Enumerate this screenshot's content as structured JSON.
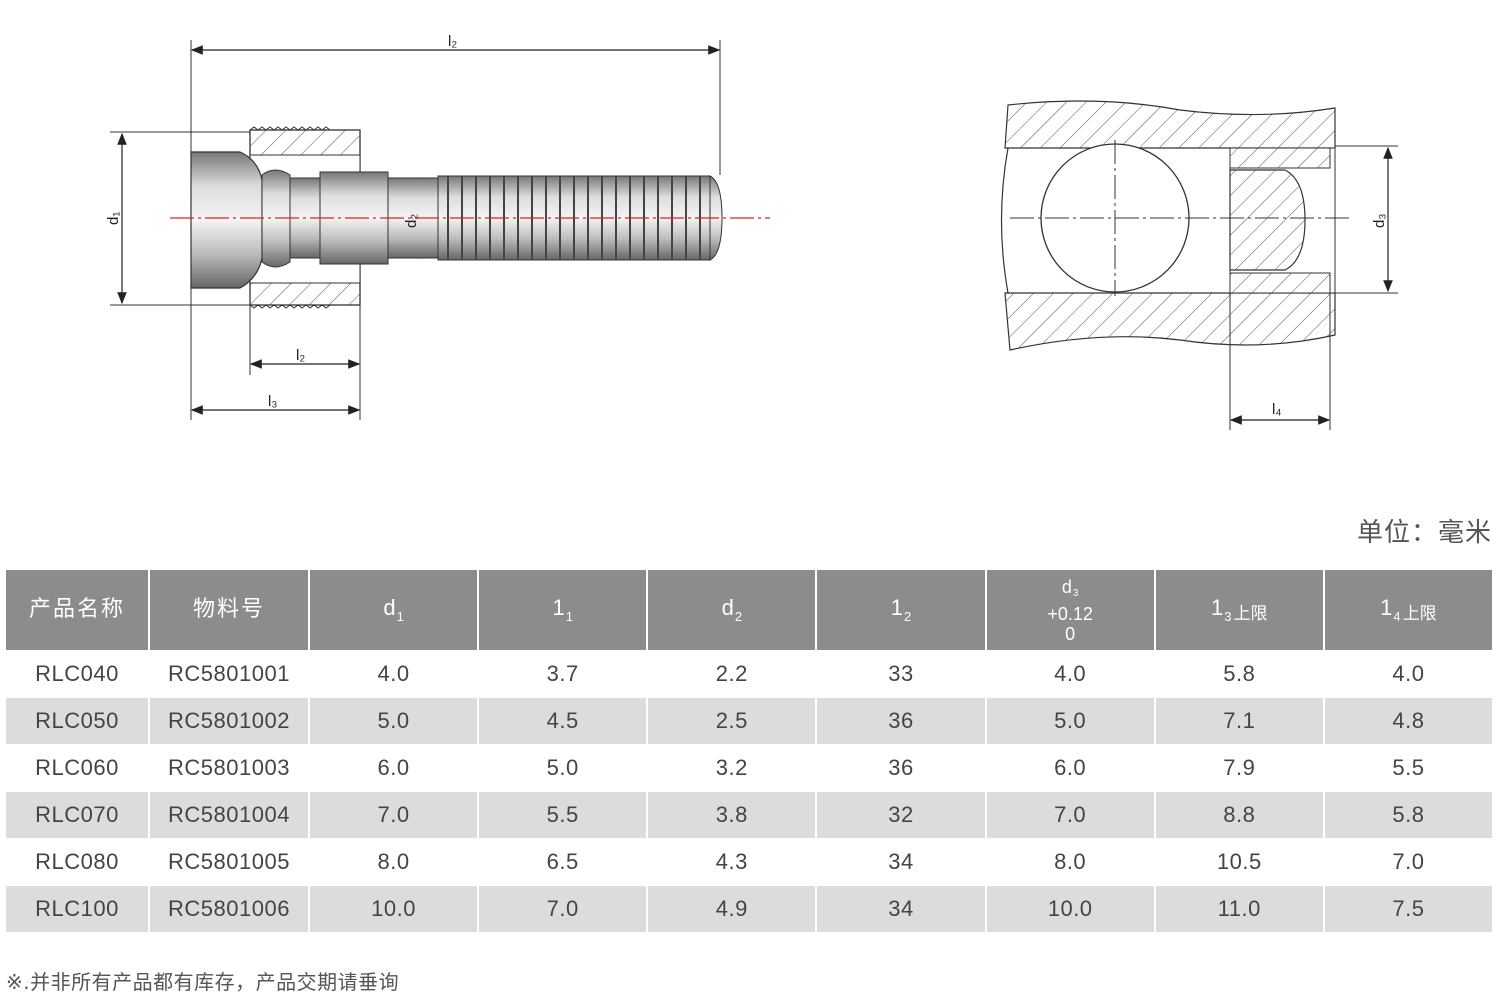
{
  "drawing": {
    "left_labels": {
      "l2_top": "l₂",
      "d1": "d₁",
      "d2": "d₂",
      "l2_bottom": "l₂",
      "l3": "l₃"
    },
    "right_labels": {
      "d3": "d₃",
      "l4": "l₄"
    }
  },
  "unit_label": "单位：毫米",
  "table": {
    "headers": [
      {
        "main": "产品名称",
        "sub": "",
        "tag": ""
      },
      {
        "main": "物料号",
        "sub": "",
        "tag": ""
      },
      {
        "main": "d",
        "sub": "1",
        "tag": ""
      },
      {
        "main": "1",
        "sub": "1",
        "tag": ""
      },
      {
        "main": "d",
        "sub": "2",
        "tag": ""
      },
      {
        "main": "1",
        "sub": "2",
        "tag": ""
      },
      {
        "main": "d",
        "sub": "3",
        "tol_upper": "+0.12",
        "tol_lower": "0"
      },
      {
        "main": "1",
        "sub": "3",
        "tag": "上限"
      },
      {
        "main": "1",
        "sub": "4",
        "tag": "上限"
      }
    ],
    "rows": [
      [
        "RLC040",
        "RC5801001",
        "4.0",
        "3.7",
        "2.2",
        "33",
        "4.0",
        "5.8",
        "4.0"
      ],
      [
        "RLC050",
        "RC5801002",
        "5.0",
        "4.5",
        "2.5",
        "36",
        "5.0",
        "7.1",
        "4.8"
      ],
      [
        "RLC060",
        "RC5801003",
        "6.0",
        "5.0",
        "3.2",
        "36",
        "6.0",
        "7.9",
        "5.5"
      ],
      [
        "RLC070",
        "RC5801004",
        "7.0",
        "5.5",
        "3.8",
        "32",
        "7.0",
        "8.8",
        "5.8"
      ],
      [
        "RLC080",
        "RC5801005",
        "8.0",
        "6.5",
        "4.3",
        "34",
        "8.0",
        "10.5",
        "7.0"
      ],
      [
        "RLC100",
        "RC5801006",
        "10.0",
        "7.0",
        "4.9",
        "34",
        "10.0",
        "11.0",
        "7.5"
      ]
    ]
  },
  "footnote": "※.并非所有产品都有库存，产品交期请垂询",
  "colors": {
    "header_bg": "#8c8c8c",
    "alt_row_bg": "#dcdcdc",
    "centerline": "#e02020"
  }
}
